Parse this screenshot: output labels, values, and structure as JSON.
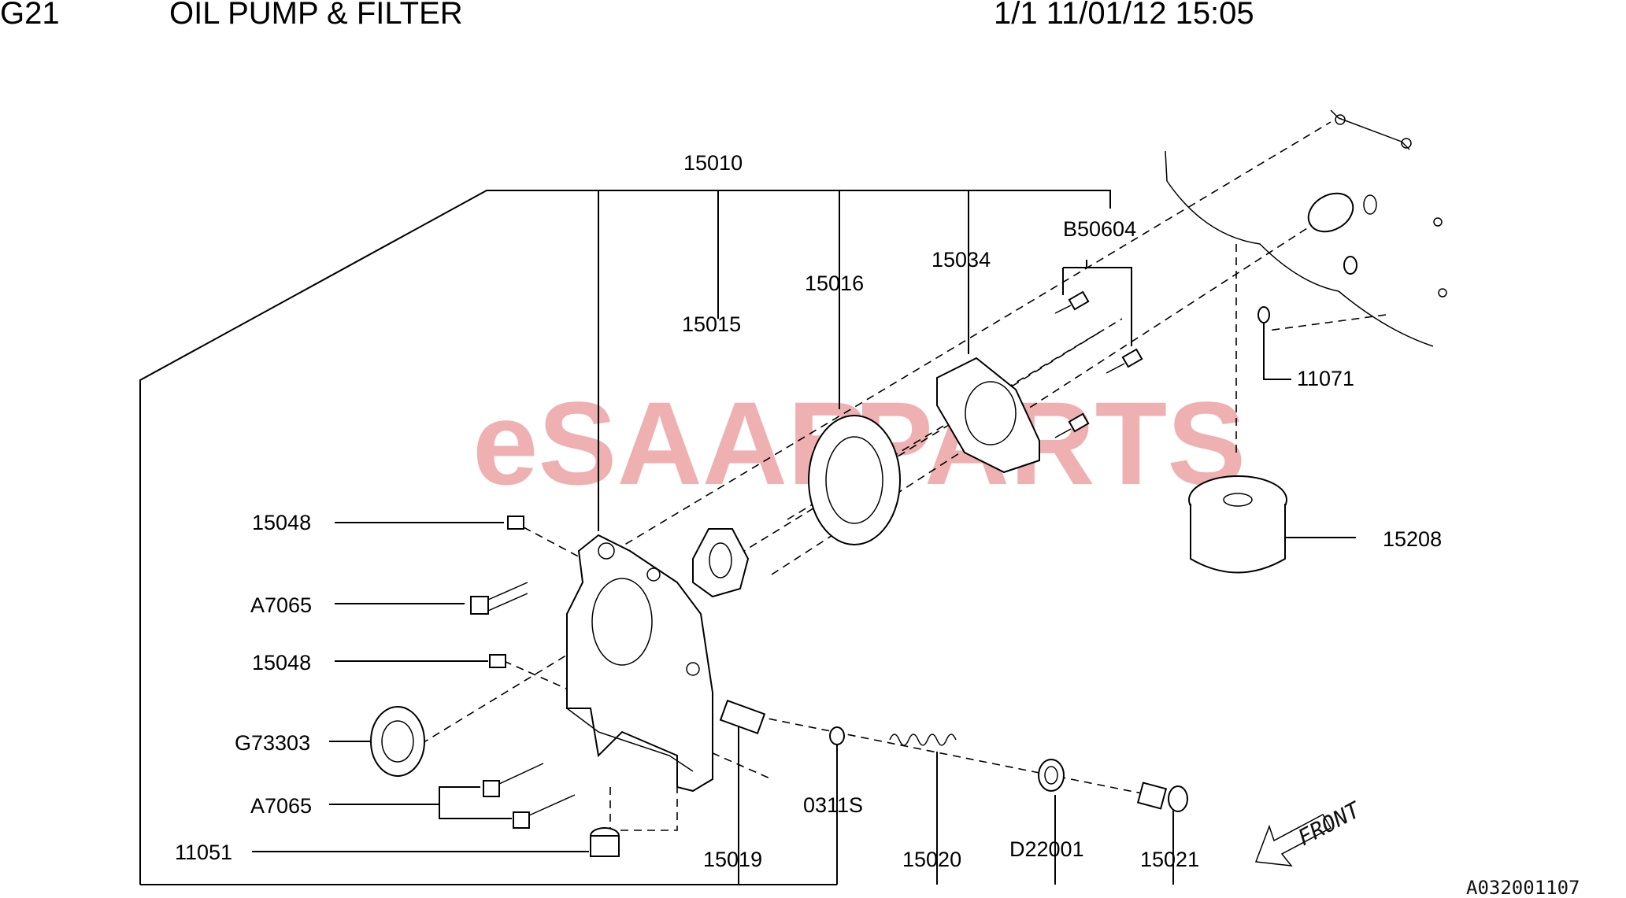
{
  "header": {
    "code": "G21",
    "title": "OIL PUMP & FILTER",
    "page_info": "1/1 11/01/12 15:05"
  },
  "watermark": {
    "prefix": "eSAAB",
    "suffix": "PARTS",
    "color": "#e07070"
  },
  "part_labels": {
    "p15010": "15010",
    "pB50604": "B50604",
    "p15034": "15034",
    "p15016": "15016",
    "p15015": "15015",
    "p11071": "11071",
    "p15048a": "15048",
    "pA7065a": "A7065",
    "p15048b": "15048",
    "pG73303": "G73303",
    "pA7065b": "A7065",
    "p11051": "11051",
    "p15208": "15208",
    "p0311S": "0311S",
    "p15019": "15019",
    "p15020": "15020",
    "pD22001": "D22001",
    "p15021": "15021"
  },
  "front_label": "FRONT",
  "reference_code": "A032001107"
}
